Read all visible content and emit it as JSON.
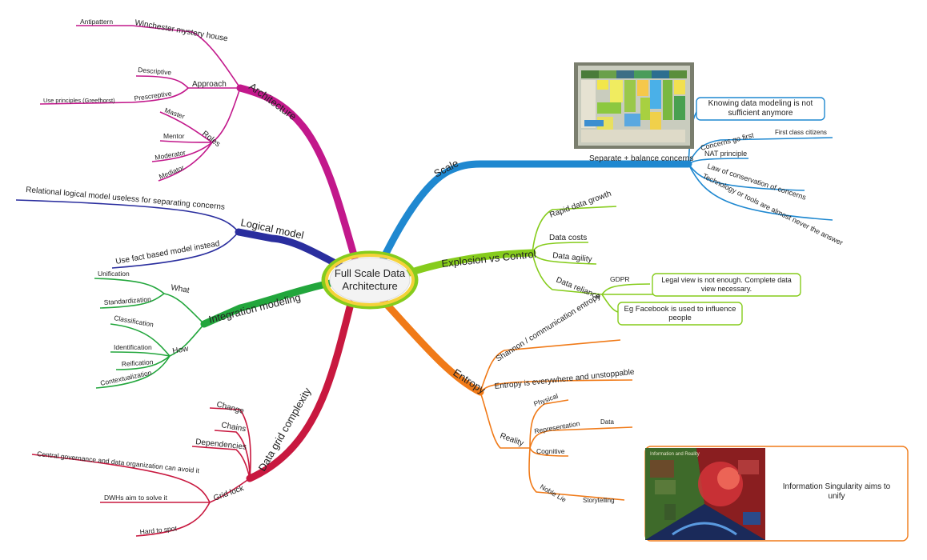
{
  "center": {
    "line1": "Full Scale Data",
    "line2": "Architecture"
  },
  "colors": {
    "architecture": "#c2188b",
    "logical": "#2a2e9e",
    "integration": "#22a63c",
    "grid": "#c8183f",
    "scale": "#1f88d0",
    "explosion": "#86cc1c",
    "entropy": "#f07a18"
  },
  "architecture": {
    "label": "Architecture",
    "winchester": "Winchester mystery house",
    "antipattern": "Antipattern",
    "approach": "Approach",
    "descriptive": "Descriptive",
    "prescriptive": "Prescreptive",
    "use_principles": "Use principles (Greefhorst)",
    "roles": "Roles",
    "master": "Master",
    "mentor": "Mentor",
    "moderator": "Moderator",
    "mediator": "Mediator"
  },
  "logical": {
    "label": "Logical model",
    "relational": "Relational logical model useless for separating concerns",
    "fact_based": "Use fact based model instead"
  },
  "integration": {
    "label": "Integration modeling",
    "what": "What",
    "unification": "Unification",
    "standardization": "Standardization",
    "how": "How",
    "classification": "Classification",
    "identification": "Identification",
    "reification": "Reification",
    "contextualization": "Contextualization"
  },
  "grid": {
    "label": "Data grid complexity",
    "change": "Change",
    "chains": "Chains",
    "dependencies": "Dependencies",
    "grid_lock": "Grid lock",
    "central_governance": "Central governance and data organization can avoid it",
    "dwhs": "DWHs aim to solve it",
    "hard_to_spot": "Hard to spot"
  },
  "scale": {
    "label": "Scale",
    "separate": "Separate + balance concerns",
    "knowing": "Knowing data modeling is not sufficient anymore",
    "concerns_first": "Concerns go first",
    "first_class": "First class citizens",
    "nat": "NAT principle",
    "law": "Law of conservation of concerns",
    "technology": "Technology or tools are almost never the answer"
  },
  "explosion": {
    "label": "Explosion vs Control",
    "rapid": "Rapid data growth",
    "costs": "Data costs",
    "agility": "Data agility",
    "reliance": "Data reliance",
    "gdpr": "GDPR",
    "legal_view": "Legal view is not enough. Complete data view necessary.",
    "facebook": "Eg Facebook is used to influence people"
  },
  "entropy": {
    "label": "Entropy",
    "shannon": "Shannon / communication entropy",
    "everywhere": "Entropy is everywhere and unstoppable",
    "reality": "Reality",
    "physical": "Physical",
    "representation": "Representation",
    "data": "Data",
    "cognitive": "Cognitive",
    "noble_lie": "Noble Lie",
    "storytelling": "Storytelling",
    "singularity": "Information Singularity aims to unify",
    "image_title": "Information and Reality"
  }
}
